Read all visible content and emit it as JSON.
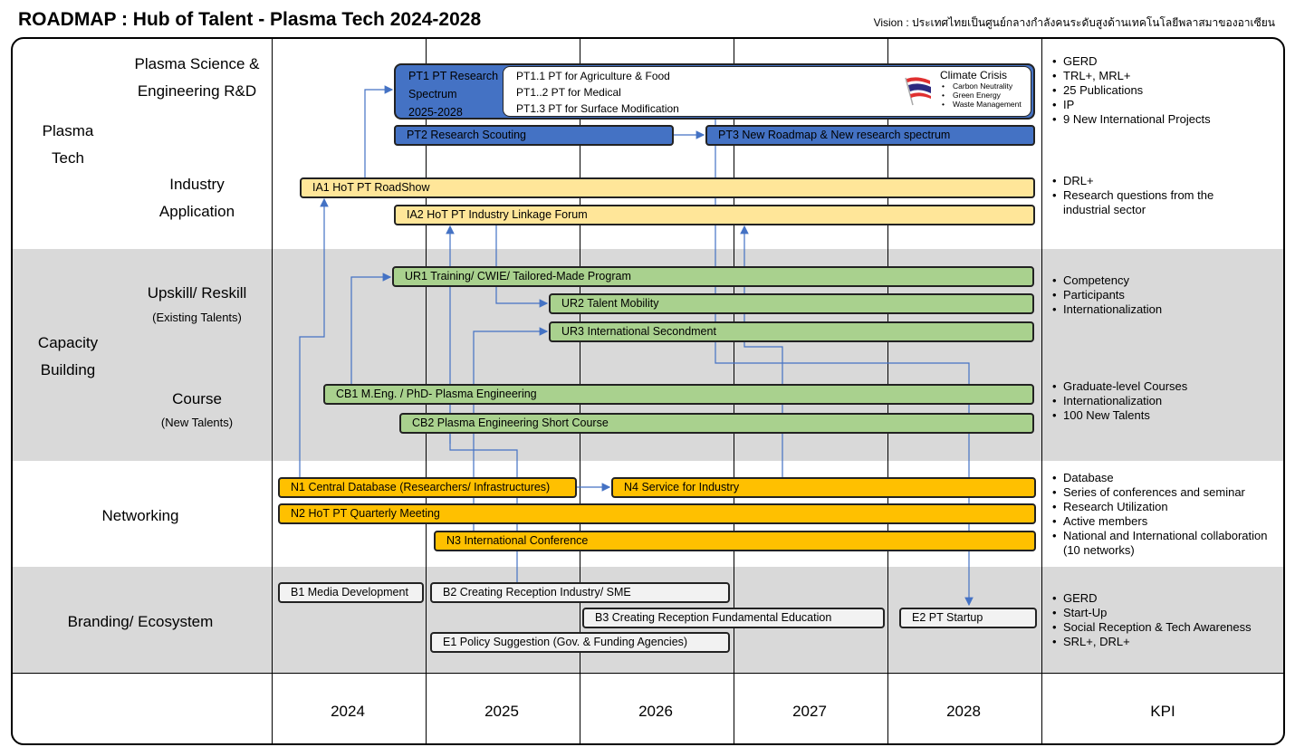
{
  "header": {
    "title": "ROADMAP : Hub of Talent - Plasma Tech 2024-2028",
    "vision": "Vision : ประเทศไทยเป็นศูนย์กลางกำลังคนระดับสูงด้านเทคโนโลยีพลาสมาของอาเซียน"
  },
  "rows": {
    "plasma_tech": "Plasma Tech",
    "psre": "Plasma Science & Engineering R&D",
    "industry": "Industry Application",
    "capacity": "Capacity Building",
    "upskill": "Upskill/ Reskill",
    "upskill_sub": "(Existing Talents)",
    "course": "Course",
    "course_sub": "(New Talents)",
    "networking": "Networking",
    "branding": "Branding/ Ecosystem"
  },
  "pt1": {
    "title": "PT1 PT Research",
    "title2": "Spectrum",
    "years": "2025-2028",
    "items": [
      "PT1.1 PT for Agriculture & Food",
      "PT1..2 PT for Medical",
      "PT1.3 PT for Surface Modification"
    ],
    "climate": {
      "title": "Climate Crisis",
      "items": [
        "Carbon Neutrality",
        "Green Energy",
        "Waste Management"
      ]
    }
  },
  "bars": {
    "pt2": "PT2 Research Scouting",
    "pt3": "PT3 New Roadmap & New research spectrum",
    "ia1": "IA1 HoT PT RoadShow",
    "ia2": "IA2 HoT PT Industry Linkage Forum",
    "ur1": "UR1 Training/ CWIE/ Tailored-Made Program",
    "ur2": "UR2 Talent Mobility",
    "ur3": "UR3 International Secondment",
    "cb1": "CB1 M.Eng. / PhD- Plasma Engineering",
    "cb2": "CB2 Plasma Engineering Short Course",
    "n1": "N1 Central Database (Researchers/ Infrastructures)",
    "n4": "N4 Service for Industry",
    "n2": "N2 HoT PT Quarterly Meeting",
    "n3": "N3 International Conference",
    "b1": "B1 Media Development",
    "b2": "B2 Creating Reception Industry/ SME",
    "b3": "B3 Creating Reception Fundamental Education",
    "e2": "E2 PT Startup",
    "e1": "E1 Policy Suggestion (Gov. & Funding Agencies)"
  },
  "kpi": {
    "psre": [
      "GERD",
      "TRL+, MRL+",
      "25 Publications",
      "IP",
      "9 New International Projects"
    ],
    "industry": [
      "DRL+",
      "Research questions from the industrial sector"
    ],
    "upskill": [
      "Competency",
      "Participants",
      "Internationalization"
    ],
    "course": [
      "Graduate-level Courses",
      "Internationalization",
      "100 New Talents"
    ],
    "networking": [
      "Database",
      "Series of conferences and seminar",
      "Research Utilization",
      "Active members",
      "National and International collaboration (10 networks)"
    ],
    "branding": [
      "GERD",
      "Start-Up",
      "Social Reception & Tech Awareness",
      "SRL+, DRL+"
    ]
  },
  "footer": {
    "years": [
      "2024",
      "2025",
      "2026",
      "2027",
      "2028"
    ],
    "kpi": "KPI"
  }
}
